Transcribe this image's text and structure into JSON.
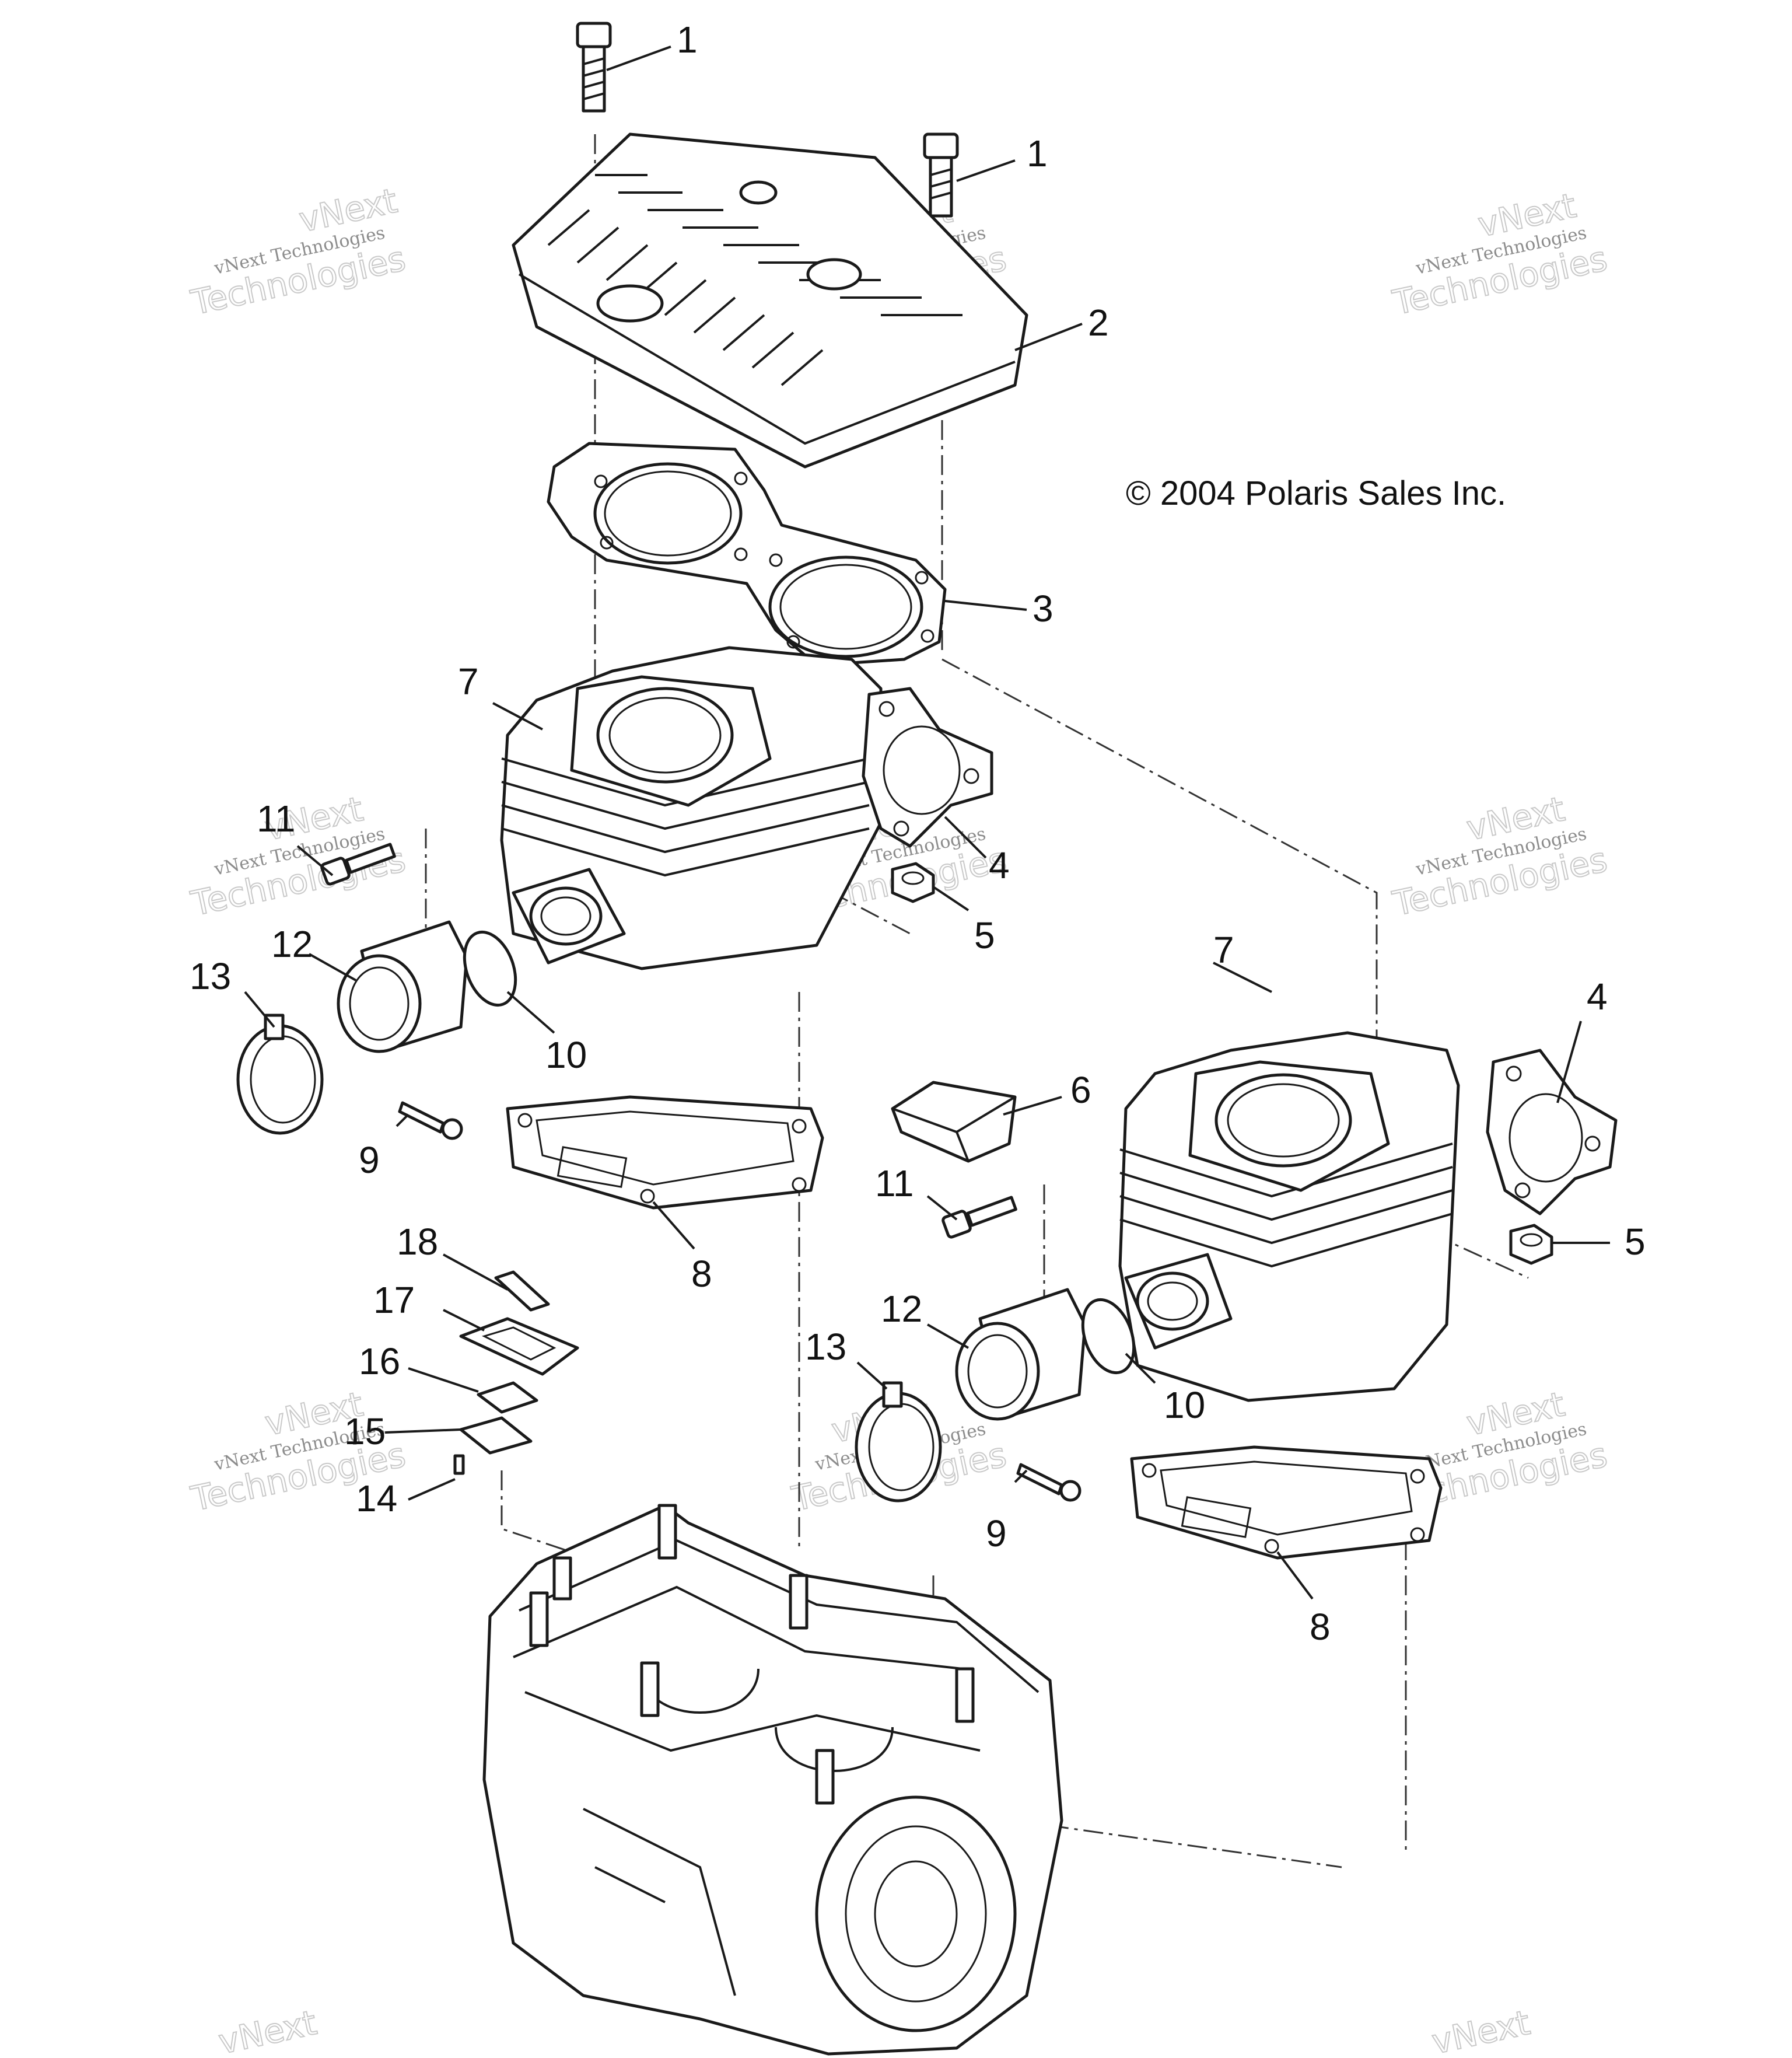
{
  "copyright": "© 2004 Polaris Sales Inc.",
  "watermark": {
    "line1": "vNext Technologies",
    "line2": "vNext",
    "line3": "Technologies"
  },
  "callouts": [
    {
      "id": "c1a",
      "label": "1"
    },
    {
      "id": "c1b",
      "label": "1"
    },
    {
      "id": "c2",
      "label": "2"
    },
    {
      "id": "c3",
      "label": "3"
    },
    {
      "id": "c7a",
      "label": "7"
    },
    {
      "id": "c4a",
      "label": "4"
    },
    {
      "id": "c11a",
      "label": "11"
    },
    {
      "id": "c5a",
      "label": "5"
    },
    {
      "id": "c12a",
      "label": "12"
    },
    {
      "id": "c13a",
      "label": "13"
    },
    {
      "id": "c10a",
      "label": "10"
    },
    {
      "id": "c9a",
      "label": "9"
    },
    {
      "id": "c8a",
      "label": "8"
    },
    {
      "id": "c7b",
      "label": "7"
    },
    {
      "id": "c4b",
      "label": "4"
    },
    {
      "id": "c6",
      "label": "6"
    },
    {
      "id": "c11b",
      "label": "11"
    },
    {
      "id": "c5b",
      "label": "5"
    },
    {
      "id": "c12b",
      "label": "12"
    },
    {
      "id": "c13b",
      "label": "13"
    },
    {
      "id": "c10b",
      "label": "10"
    },
    {
      "id": "c9b",
      "label": "9"
    },
    {
      "id": "c8b",
      "label": "8"
    },
    {
      "id": "c18",
      "label": "18"
    },
    {
      "id": "c17",
      "label": "17"
    },
    {
      "id": "c16",
      "label": "16"
    },
    {
      "id": "c15",
      "label": "15"
    },
    {
      "id": "c14",
      "label": "14"
    }
  ]
}
